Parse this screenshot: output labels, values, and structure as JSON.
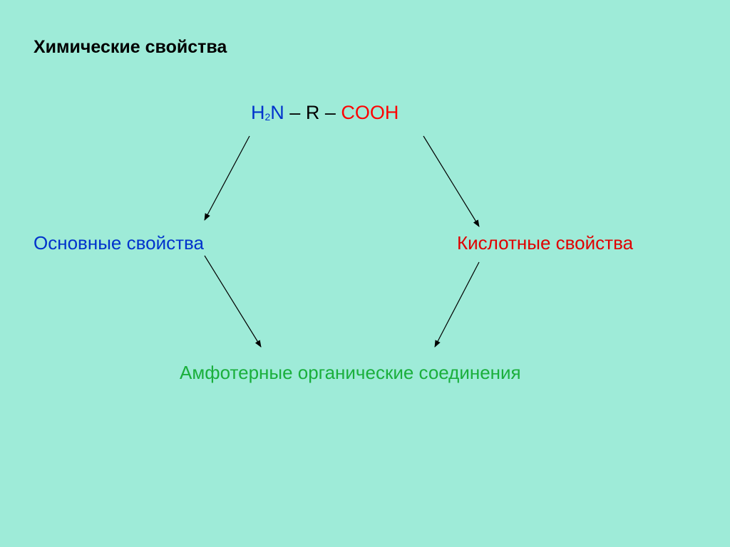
{
  "title": "Химические свойства",
  "formula": {
    "h": "H",
    "sub": "2",
    "n": "N",
    "sep1": " – ",
    "r": "R",
    "sep2": " – ",
    "cooh": "COOH"
  },
  "nodes": {
    "basic": "Основные свойства",
    "acidic": "Кислотные свойства",
    "amphoteric": "Амфотерные  органические соединения"
  },
  "colors": {
    "background": "#9EEBD8",
    "title": "#000000",
    "amine": "#0033CC",
    "carboxyl": "#FF0000",
    "linker": "#000000",
    "basic": "#0033CC",
    "acidic": "#E00000",
    "amphoteric": "#1AAF3C",
    "arrow": "#000000"
  }
}
